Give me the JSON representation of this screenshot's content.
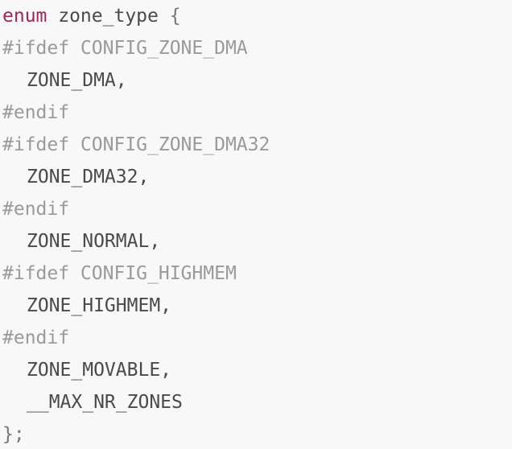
{
  "code": {
    "line1": {
      "keyword": "enum",
      "name": " zone_type",
      "brace": " {"
    },
    "line2": {
      "text": "#ifdef CONFIG_ZONE_DMA"
    },
    "line3": {
      "text": "ZONE_DMA,"
    },
    "line4": {
      "text": "#endif"
    },
    "line5": {
      "text": "#ifdef CONFIG_ZONE_DMA32"
    },
    "line6": {
      "text": "ZONE_DMA32,"
    },
    "line7": {
      "text": "#endif"
    },
    "line8": {
      "text": "ZONE_NORMAL,"
    },
    "line9": {
      "text": "#ifdef CONFIG_HIGHMEM"
    },
    "line10": {
      "text": "ZONE_HIGHMEM,"
    },
    "line11": {
      "text": "#endif"
    },
    "line12": {
      "text": "ZONE_MOVABLE,"
    },
    "line13": {
      "text": "__MAX_NR_ZONES"
    },
    "line14": {
      "text": "};"
    }
  },
  "colors": {
    "background": "#f8f8f8",
    "keyword": "#a0265a",
    "identifier": "#4a4a4a",
    "preprocessor": "#9a9a9a"
  }
}
